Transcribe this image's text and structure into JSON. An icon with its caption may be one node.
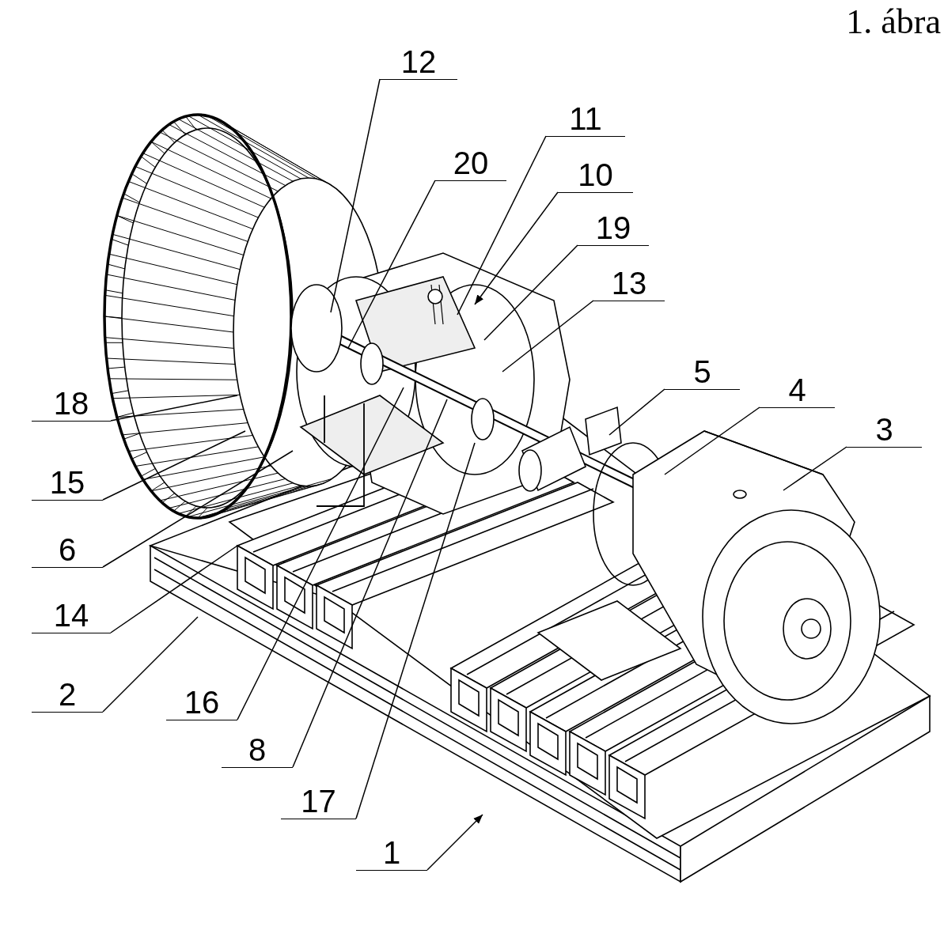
{
  "diagram": {
    "title": "1. ábra",
    "nodes": [
      {
        "text": [
          "12"
        ]
      },
      {
        "text": [
          "11"
        ]
      },
      {
        "text": [
          "20"
        ]
      },
      {
        "text": [
          "10"
        ]
      },
      {
        "text": [
          "19"
        ]
      },
      {
        "text": [
          "13"
        ]
      },
      {
        "text": [
          "5"
        ]
      },
      {
        "text": [
          "4"
        ]
      },
      {
        "text": [
          "3"
        ]
      },
      {
        "text": [
          "18"
        ]
      },
      {
        "text": [
          "15"
        ]
      },
      {
        "text": [
          "6"
        ]
      },
      {
        "text": [
          "14"
        ]
      },
      {
        "text": [
          "2"
        ]
      },
      {
        "text": [
          "16"
        ]
      },
      {
        "text": [
          "8"
        ]
      },
      {
        "text": [
          "17"
        ]
      },
      {
        "text": [
          "1"
        ]
      }
    ],
    "edges": [
      {
        "from": 0,
        "to": null,
        "arrow": "none"
      },
      {
        "from": 1,
        "to": null,
        "arrow": "none"
      },
      {
        "from": 2,
        "to": null,
        "arrow": "none"
      },
      {
        "from": 3,
        "to": null,
        "arrow": "to"
      },
      {
        "from": 4,
        "to": null,
        "arrow": "none"
      },
      {
        "from": 5,
        "to": null,
        "arrow": "none"
      },
      {
        "from": 6,
        "to": null,
        "arrow": "none"
      },
      {
        "from": 7,
        "to": null,
        "arrow": "none"
      },
      {
        "from": 8,
        "to": null,
        "arrow": "none"
      },
      {
        "from": 9,
        "to": null,
        "arrow": "none"
      },
      {
        "from": 10,
        "to": null,
        "arrow": "none"
      },
      {
        "from": 11,
        "to": null,
        "arrow": "none"
      },
      {
        "from": 12,
        "to": null,
        "arrow": "none"
      },
      {
        "from": 13,
        "to": null,
        "arrow": "none"
      },
      {
        "from": 14,
        "to": null,
        "arrow": "none"
      },
      {
        "from": 15,
        "to": null,
        "arrow": "none"
      },
      {
        "from": 16,
        "to": null,
        "arrow": "none"
      },
      {
        "from": 17,
        "to": null,
        "arrow": "to"
      }
    ]
  }
}
